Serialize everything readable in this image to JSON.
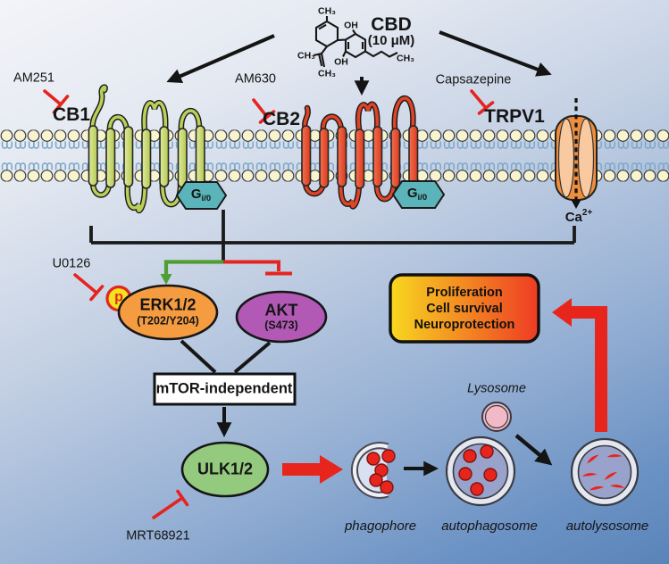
{
  "figure": {
    "ligand": {
      "name": "CBD",
      "dose": "(10 μM)",
      "structure_labels": {
        "ch3_top": "CH₃",
        "oh_top": "OH",
        "ch3_left": "CH₃",
        "oh_bottom": "OH",
        "ch3_bottom": "CH₃",
        "ch3_right": "CH₃"
      }
    },
    "receptors": {
      "cb1": "CB1",
      "cb2": "CB2",
      "trpv1": "TRPV1"
    },
    "antagonists": {
      "am251": "AM251",
      "am630": "AM630",
      "capsazepine": "Capsazepine",
      "u0126": "U0126",
      "mrt68921": "MRT68921"
    },
    "g_protein": {
      "symbol": "G",
      "subscript": "i/0"
    },
    "calcium": {
      "symbol": "Ca",
      "superscript": "2+"
    },
    "kinases": {
      "phospho": "p",
      "erk": {
        "name": "ERK1/2",
        "site": "(T202/Y204)"
      },
      "akt": {
        "name": "AKT",
        "site": "(S473)"
      },
      "ulk": "ULK1/2"
    },
    "mtor_box": "mTOR-independent",
    "outcomes": [
      "Proliferation",
      "Cell survival",
      "Neuroprotection"
    ],
    "autophagy": {
      "lysosome": "Lysosome",
      "phagophore": "phagophore",
      "autophagosome": "autophagosome",
      "autolysosome": "autolysosome"
    },
    "colors": {
      "cb1_green": "#cbdc74",
      "cb2_red": "#e8492c",
      "trpv1_orange": "#ef8f3e",
      "g_protein_teal": "#5ab4ba",
      "erk_orange": "#f59c40",
      "akt_purple": "#b159b5",
      "ulk_green": "#94ca7e",
      "phospho_yellow": "#f6e21c",
      "inhibition_red": "#e52420",
      "activation_green": "#4f9e33",
      "outcome_gradient_start": "#f8d71f",
      "outcome_gradient_end": "#ee3b24",
      "lysosome_pink": "#f1bac6",
      "vesicle_purple": "#99a2cb",
      "membrane_head": "#f8f4d0",
      "membrane_tail": "#7fa9c9"
    }
  }
}
